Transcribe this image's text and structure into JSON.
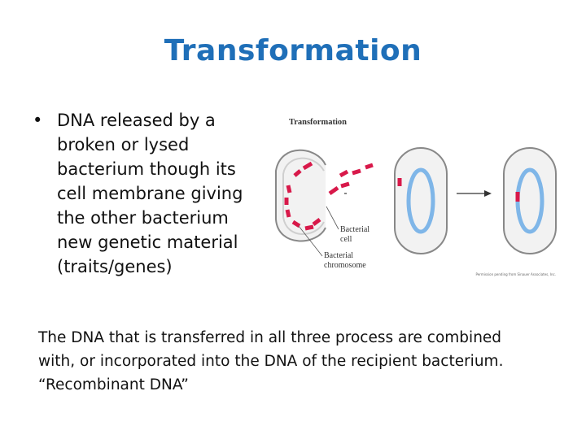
{
  "title": "Transformation",
  "bullet": {
    "marker": "•",
    "text": "DNA released by a broken or lysed bacterium though its cell membrane giving the other bacterium new genetic material (traits/genes)"
  },
  "summary": {
    "lines": [
      "The DNA that is transferred in all three process are combined",
      "with, or incorporated into the DNA of the recipient bacterium.",
      "“Recombinant DNA”"
    ]
  },
  "figure": {
    "heading": "Transformation",
    "label_cell_1": "Bacterial",
    "label_cell_2": "cell",
    "label_chromosome_1": "Bacterial",
    "label_chromosome_2": "chromosome",
    "credit": "Permission pending from Sinauer Associates, Inc."
  },
  "colors": {
    "title": "#1f6fb8",
    "dna_fragment": "#d8194a",
    "chromosome": "#7fb6e8",
    "cell_fill": "#f2f2f2",
    "cell_outline": "#888888"
  }
}
